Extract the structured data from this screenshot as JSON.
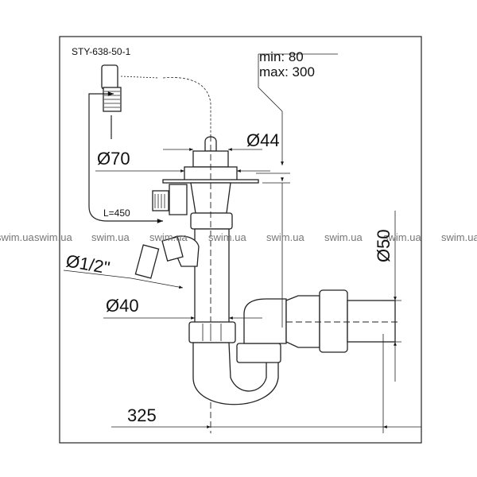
{
  "model": "STY-638-50-1",
  "labels": {
    "min": "min: 80",
    "max": "max: 300",
    "d44": "Ø44",
    "d70": "Ø70",
    "hose_length": "L=450",
    "d12": "Ø1/2\"",
    "d40": "Ø40",
    "d50": "Ø50",
    "width": "325"
  },
  "watermark": "swim.ua"
}
